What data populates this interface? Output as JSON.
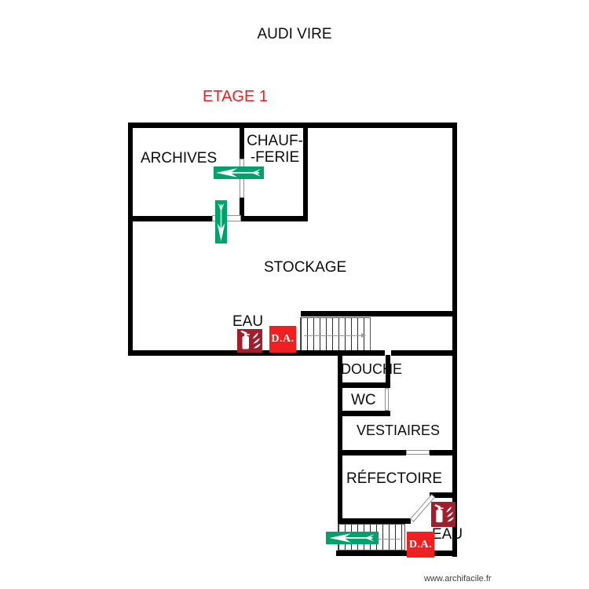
{
  "header": {
    "title": "AUDI VIRE",
    "floor_label": "ETAGE 1"
  },
  "rooms": {
    "archives": "ARCHIVES",
    "chaufferie_line1": "CHAUF-",
    "chaufferie_line2": "-FERIE",
    "stockage": "STOCKAGE",
    "eau_upper": "EAU",
    "douche": "DOUCHE",
    "wc": "WC",
    "vestiaires": "VESTIAIRES",
    "refectoire": "RÉFECTOIRE",
    "eau_lower": "EAU"
  },
  "signs": {
    "defibrillator_label": "D.A."
  },
  "icons": {
    "exit_arrow": "exit-arrow-icon",
    "fire_extinguisher": "fire-extinguisher-icon",
    "stairs": "stairs-run"
  },
  "colors": {
    "wall_black": "#000000",
    "floor_label_red": "#ef1d1d",
    "exit_green": "#00a26b",
    "defibrillator_red": "#ee2020",
    "extinguisher_crimson": "#a01f2d"
  },
  "footer": {
    "watermark": "www.archifacile.fr"
  }
}
